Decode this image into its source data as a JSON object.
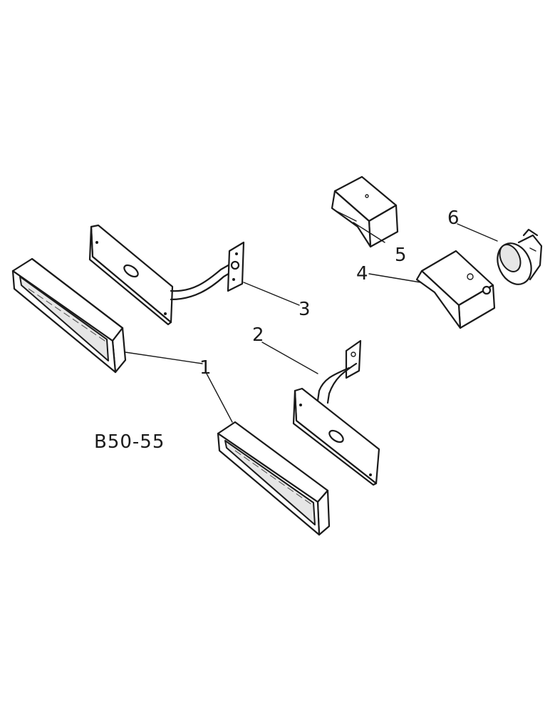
{
  "figure_code": "B50-55",
  "callouts": [
    {
      "id": "1",
      "label": "1"
    },
    {
      "id": "2",
      "label": "2"
    },
    {
      "id": "3",
      "label": "3"
    },
    {
      "id": "4",
      "label": "4"
    },
    {
      "id": "5",
      "label": "5"
    },
    {
      "id": "6",
      "label": "6"
    }
  ],
  "colors": {
    "ink": "#1a1a1a",
    "paper": "#ffffff"
  }
}
